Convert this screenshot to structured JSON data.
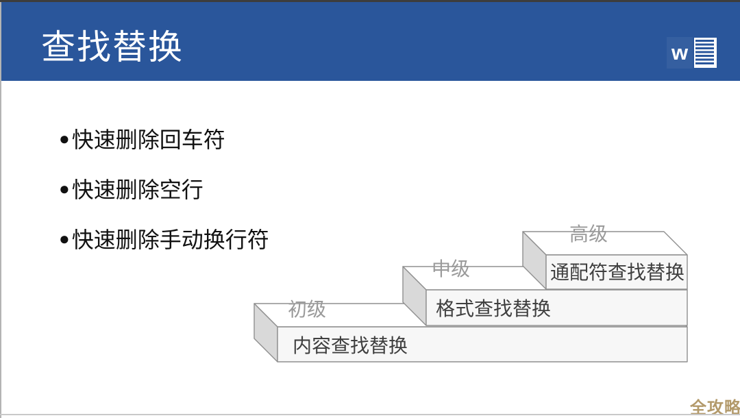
{
  "slide": {
    "title": "查找替换",
    "bullet_char": "●",
    "bullets": [
      "快速删除回车符",
      "快速删除空行",
      "快速删除手动换行符"
    ],
    "word_icon": {
      "letter": "w"
    },
    "steps": [
      {
        "level": "初级",
        "front": "内容查找替换"
      },
      {
        "level": "中级",
        "front": "格式查找替换"
      },
      {
        "level": "高级",
        "front": "通配符查找替换"
      }
    ],
    "watermark": "全攻略",
    "colors": {
      "header_blue": "#2A569B",
      "logo_square_blue": "#355FA0",
      "accent_gold": "#B39A6B",
      "level_label_gray": "#9A9A9A",
      "front_text_gray": "#3F3F3F",
      "step_top_fill": "#FFFFFF",
      "step_front_fill": "#F7F7F7",
      "step_side_fill": "#D9D9D9",
      "step_stroke": "#8F8F8F"
    }
  }
}
